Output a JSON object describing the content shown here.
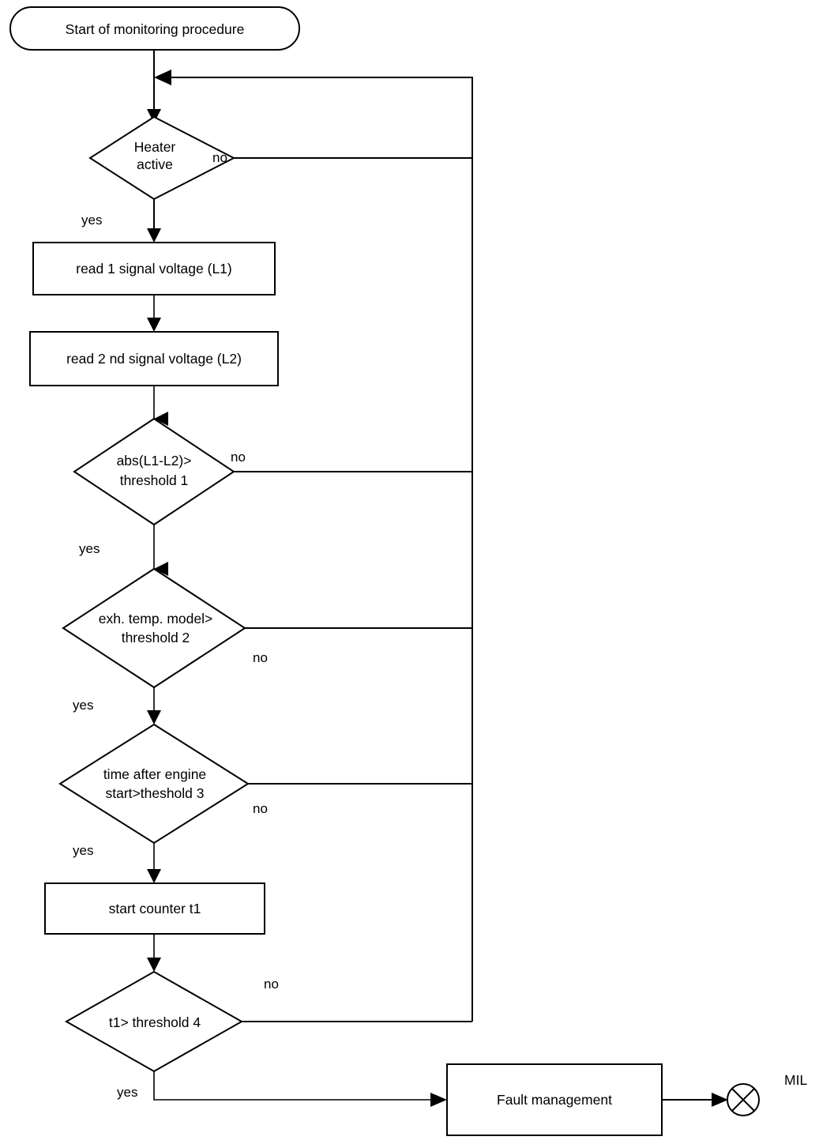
{
  "diagram": {
    "title": "Oxygen sensor signal monitoring procedure flowchart",
    "type": "flowchart",
    "background_color": "#ffffff",
    "line_color": "#000000"
  },
  "nodes": {
    "start": {
      "label": "Start of monitoring procedure",
      "shape": "rounded-terminator"
    },
    "heater_active": {
      "label_line1": "Heater",
      "label_line2": "active",
      "shape": "decision"
    },
    "read_l1": {
      "label": "read 1 signal voltage (L1)",
      "shape": "process"
    },
    "read_l2": {
      "label": "read 2 nd signal voltage  (L2)",
      "shape": "process"
    },
    "abs_threshold1": {
      "label_line1": "abs(L1-L2)>",
      "label_line2": "threshold 1",
      "shape": "decision"
    },
    "exh_temp_threshold2": {
      "label_line1": "exh. temp. model>",
      "label_line2": "threshold 2",
      "shape": "decision"
    },
    "time_threshold3": {
      "label_line1": "time after engine",
      "label_line2": "start>theshold 3",
      "shape": "decision"
    },
    "start_counter": {
      "label": "start counter t1",
      "shape": "process"
    },
    "t1_threshold4": {
      "label": "t1> threshold 4",
      "shape": "decision"
    },
    "fault_management": {
      "label": "Fault management",
      "shape": "process"
    },
    "mil_lamp": {
      "label": "MIL",
      "shape": "lamp-circle-cross"
    }
  },
  "edge_labels": {
    "heater_no": "no",
    "heater_yes": "yes",
    "abs_no": "no",
    "abs_yes": "yes",
    "exh_no": "no",
    "exh_yes": "yes",
    "time_no": "no",
    "time_yes": "yes",
    "t1_no": "no",
    "t1_yes": "yes"
  }
}
